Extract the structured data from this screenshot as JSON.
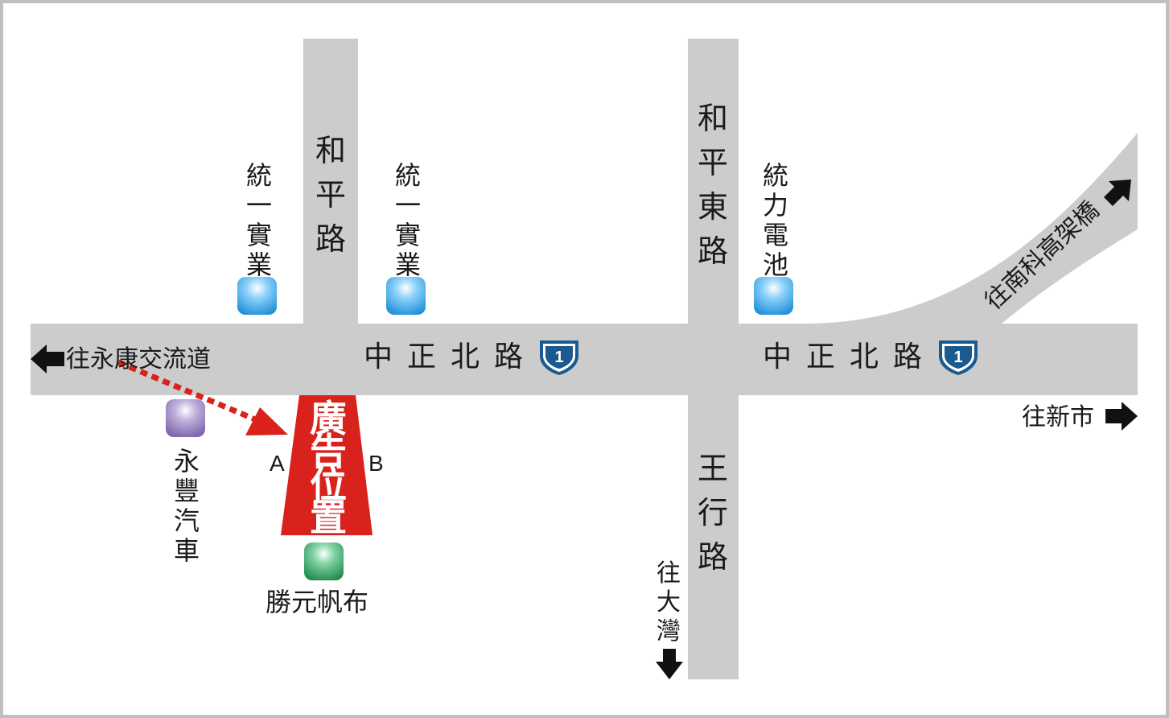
{
  "roads": {
    "heping": "和平路",
    "heping_east": "和平東路",
    "wangxing": "王行路",
    "zhongzheng_left": "中正北路",
    "zhongzheng_right": "中正北路",
    "route_number": "1"
  },
  "directions": {
    "yongkang": "往永康交流道",
    "xinshi": "往新市",
    "dawan": "往大灣",
    "nanke": "往南科高架橋"
  },
  "landmarks": {
    "tongyi_left": "統一實業",
    "tongyi_right": "統一實業",
    "tongli": "統力電池",
    "yongfeng": "永豐汽車",
    "shengyuan": "勝元帆布"
  },
  "billboard": {
    "label": "廣告位置",
    "side_a": "A",
    "side_b": "B"
  },
  "colors": {
    "road": "#cccccc",
    "frame": "#bfbfbf",
    "billboard": "#d9221c",
    "route_shield": "#1b5a8e",
    "landmark_blue": "#3aa9e8",
    "landmark_purple": "#9a7fc2",
    "landmark_green": "#2f9a5c"
  },
  "icons": {
    "landmark": "rounded-square-marker-icon",
    "direction": "arrow-icon",
    "route": "highway-shield-icon"
  }
}
